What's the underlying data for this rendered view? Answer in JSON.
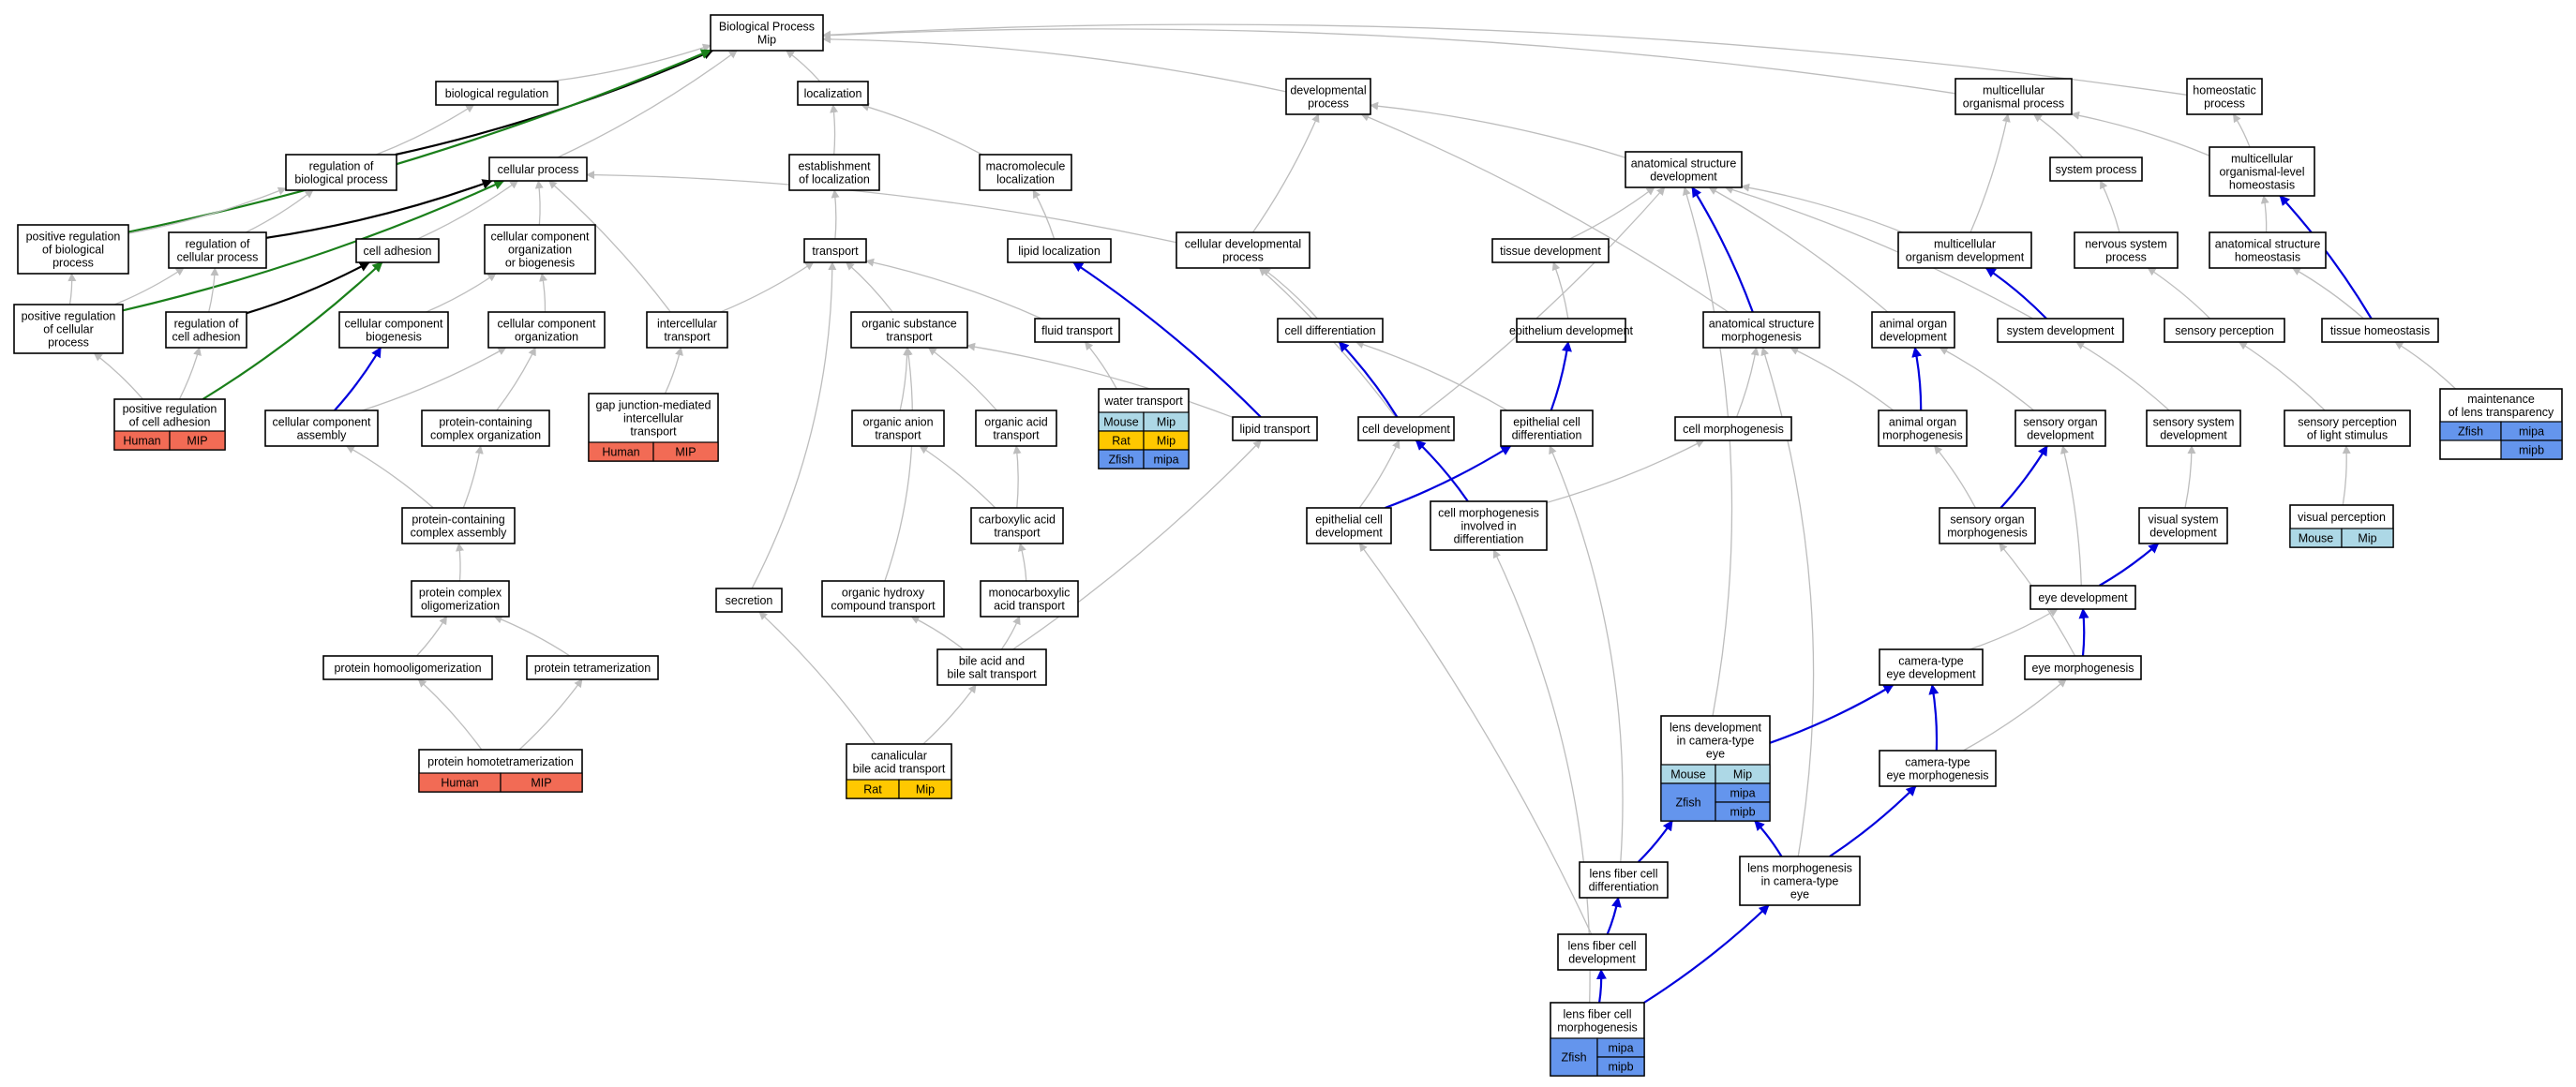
{
  "colors": {
    "edge_gray": "#bdbdbd",
    "edge_black": "#000000",
    "edge_green": "#1a7f1a",
    "edge_blue": "#0000dd",
    "Human": "#f26b55",
    "Mouse": "#add8e6",
    "Rat": "#ffc800",
    "Zfish": "#6495ed"
  },
  "nodes": [
    {
      "id": "bp",
      "lines": [
        "Biological Process",
        "Mip"
      ]
    },
    {
      "id": "bioreg",
      "lines": [
        "biological regulation"
      ]
    },
    {
      "id": "loc",
      "lines": [
        "localization"
      ]
    },
    {
      "id": "devproc",
      "lines": [
        "developmental",
        "process"
      ]
    },
    {
      "id": "multiorg",
      "lines": [
        "multicellular",
        "organismal process"
      ]
    },
    {
      "id": "homeo",
      "lines": [
        "homeostatic",
        "process"
      ]
    },
    {
      "id": "regbp",
      "lines": [
        "regulation of",
        "biological process"
      ]
    },
    {
      "id": "cellproc",
      "lines": [
        "cellular process"
      ]
    },
    {
      "id": "estloc",
      "lines": [
        "establishment",
        "of localization"
      ]
    },
    {
      "id": "macroloc",
      "lines": [
        "macromolecule",
        "localization"
      ]
    },
    {
      "id": "anatdev",
      "lines": [
        "anatomical structure",
        "development"
      ]
    },
    {
      "id": "sysproc",
      "lines": [
        "system process"
      ]
    },
    {
      "id": "molh",
      "lines": [
        "multicellular",
        "organismal-level",
        "homeostasis"
      ]
    },
    {
      "id": "posregbp",
      "lines": [
        "positive regulation",
        "of biological",
        "process"
      ]
    },
    {
      "id": "regcp",
      "lines": [
        "regulation of",
        "cellular process"
      ]
    },
    {
      "id": "celladh",
      "lines": [
        "cell adhesion"
      ]
    },
    {
      "id": "ccob",
      "lines": [
        "cellular component",
        "organization",
        "or biogenesis"
      ]
    },
    {
      "id": "transport",
      "lines": [
        "transport"
      ]
    },
    {
      "id": "lipidloc",
      "lines": [
        "lipid localization"
      ]
    },
    {
      "id": "celldevproc",
      "lines": [
        "cellular developmental",
        "process"
      ]
    },
    {
      "id": "tissuedev",
      "lines": [
        "tissue development"
      ]
    },
    {
      "id": "mcorgdev",
      "lines": [
        "multicellular",
        "organism development"
      ]
    },
    {
      "id": "nervsys",
      "lines": [
        "nervous system",
        "process"
      ]
    },
    {
      "id": "anathomeo",
      "lines": [
        "anatomical structure",
        "homeostasis"
      ]
    },
    {
      "id": "posregcp",
      "lines": [
        "positive regulation",
        "of cellular",
        "process"
      ]
    },
    {
      "id": "regcelladh",
      "lines": [
        "regulation of",
        "cell adhesion"
      ]
    },
    {
      "id": "ccbio",
      "lines": [
        "cellular component",
        "biogenesis"
      ]
    },
    {
      "id": "ccorg",
      "lines": [
        "cellular component",
        "organization"
      ]
    },
    {
      "id": "intercell",
      "lines": [
        "intercellular",
        "transport"
      ]
    },
    {
      "id": "orgsub",
      "lines": [
        "organic substance",
        "transport"
      ]
    },
    {
      "id": "fluid",
      "lines": [
        "fluid transport"
      ]
    },
    {
      "id": "celldiff",
      "lines": [
        "cell differentiation"
      ]
    },
    {
      "id": "epidev",
      "lines": [
        "epithelium development"
      ]
    },
    {
      "id": "anatmorph",
      "lines": [
        "anatomical structure",
        "morphogenesis"
      ]
    },
    {
      "id": "animorgdev",
      "lines": [
        "animal organ",
        "development"
      ]
    },
    {
      "id": "sysdev",
      "lines": [
        "system development"
      ]
    },
    {
      "id": "sensperc",
      "lines": [
        "sensory perception"
      ]
    },
    {
      "id": "tissuehomeo",
      "lines": [
        "tissue homeostasis"
      ]
    },
    {
      "id": "posregadh",
      "lines": [
        "positive regulation",
        "of cell adhesion"
      ]
    },
    {
      "id": "gapjunc",
      "lines": [
        "gap junction-mediated",
        "intercellular",
        "transport"
      ]
    },
    {
      "id": "ccassem",
      "lines": [
        "cellular component",
        "assembly"
      ]
    },
    {
      "id": "pccorg",
      "lines": [
        "protein-containing",
        "complex organization"
      ]
    },
    {
      "id": "organion",
      "lines": [
        "organic anion",
        "transport"
      ]
    },
    {
      "id": "orgacid",
      "lines": [
        "organic acid",
        "transport"
      ]
    },
    {
      "id": "water",
      "lines": [
        "water transport"
      ]
    },
    {
      "id": "lipidtr",
      "lines": [
        "lipid transport"
      ]
    },
    {
      "id": "celldev",
      "lines": [
        "cell development"
      ]
    },
    {
      "id": "epicelldiff",
      "lines": [
        "epithelial cell",
        "differentiation"
      ]
    },
    {
      "id": "cellmorph",
      "lines": [
        "cell morphogenesis"
      ]
    },
    {
      "id": "animorgmorph",
      "lines": [
        "animal organ",
        "morphogenesis"
      ]
    },
    {
      "id": "sensorgdev",
      "lines": [
        "sensory organ",
        "development"
      ]
    },
    {
      "id": "senssysdev",
      "lines": [
        "sensory system",
        "development"
      ]
    },
    {
      "id": "senspercl",
      "lines": [
        "sensory perception",
        "of light stimulus"
      ]
    },
    {
      "id": "mlt",
      "lines": [
        "maintenance",
        "of lens transparency"
      ]
    },
    {
      "id": "pccassem",
      "lines": [
        "protein-containing",
        "complex assembly"
      ]
    },
    {
      "id": "carbox",
      "lines": [
        "carboxylic acid",
        "transport"
      ]
    },
    {
      "id": "epicelldev",
      "lines": [
        "epithelial cell",
        "development"
      ]
    },
    {
      "id": "cmid",
      "lines": [
        "cell morphogenesis",
        "involved in",
        "differentiation"
      ]
    },
    {
      "id": "sensorgmorph",
      "lines": [
        "sensory organ",
        "morphogenesis"
      ]
    },
    {
      "id": "vissysdev",
      "lines": [
        "visual system",
        "development"
      ]
    },
    {
      "id": "visperc",
      "lines": [
        "visual perception"
      ]
    },
    {
      "id": "pco",
      "lines": [
        "protein complex",
        "oligomerization"
      ]
    },
    {
      "id": "secretion",
      "lines": [
        "secretion"
      ]
    },
    {
      "id": "orghydroxy",
      "lines": [
        "organic hydroxy",
        "compound transport"
      ]
    },
    {
      "id": "monocarb",
      "lines": [
        "monocarboxylic",
        "acid transport"
      ]
    },
    {
      "id": "eyedev",
      "lines": [
        "eye development"
      ]
    },
    {
      "id": "phomo",
      "lines": [
        "protein homooligomerization"
      ]
    },
    {
      "id": "ptetra",
      "lines": [
        "protein tetramerization"
      ]
    },
    {
      "id": "bileacid",
      "lines": [
        "bile acid and",
        "bile salt transport"
      ]
    },
    {
      "id": "camdev",
      "lines": [
        "camera-type",
        "eye development"
      ]
    },
    {
      "id": "eyemorph",
      "lines": [
        "eye morphogenesis"
      ]
    },
    {
      "id": "lensdev",
      "lines": [
        "lens development",
        "in camera-type",
        "eye"
      ]
    },
    {
      "id": "phomotetra",
      "lines": [
        "protein homotetramerization"
      ]
    },
    {
      "id": "canal",
      "lines": [
        "canalicular",
        "bile acid transport"
      ]
    },
    {
      "id": "cammorph",
      "lines": [
        "camera-type",
        "eye morphogenesis"
      ]
    },
    {
      "id": "lfcdiff",
      "lines": [
        "lens fiber cell",
        "differentiation"
      ]
    },
    {
      "id": "lensmorph",
      "lines": [
        "lens morphogenesis",
        "in camera-type",
        "eye"
      ]
    },
    {
      "id": "lfcdev",
      "lines": [
        "lens fiber cell",
        "development"
      ]
    },
    {
      "id": "lfcmorph",
      "lines": [
        "lens fiber cell",
        "morphogenesis"
      ]
    }
  ],
  "annotations": [
    {
      "node": "posregadh",
      "rows": [
        [
          {
            "t": "Human",
            "c": "Human"
          },
          {
            "t": "MIP",
            "c": "Human"
          }
        ]
      ]
    },
    {
      "node": "gapjunc",
      "rows": [
        [
          {
            "t": "Human",
            "c": "Human"
          },
          {
            "t": "MIP",
            "c": "Human"
          }
        ]
      ]
    },
    {
      "node": "phomotetra",
      "rows": [
        [
          {
            "t": "Human",
            "c": "Human"
          },
          {
            "t": "MIP",
            "c": "Human"
          }
        ]
      ]
    },
    {
      "node": "canal",
      "rows": [
        [
          {
            "t": "Rat",
            "c": "Rat"
          },
          {
            "t": "Mip",
            "c": "Rat"
          }
        ]
      ]
    },
    {
      "node": "visperc",
      "rows": [
        [
          {
            "t": "Mouse",
            "c": "Mouse"
          },
          {
            "t": "Mip",
            "c": "Mouse"
          }
        ]
      ]
    },
    {
      "node": "water",
      "rows": [
        [
          {
            "t": "Mouse",
            "c": "Mouse"
          },
          {
            "t": "Mip",
            "c": "Mouse"
          }
        ],
        [
          {
            "t": "Rat",
            "c": "Rat"
          },
          {
            "t": "Mip",
            "c": "Rat"
          }
        ],
        [
          {
            "t": "Zfish",
            "c": "Zfish"
          },
          {
            "t": "mipa",
            "c": "Zfish"
          }
        ]
      ]
    },
    {
      "node": "mlt",
      "zfish": true,
      "rows": [
        [
          {
            "t": "Zfish",
            "c": "Zfish"
          },
          {
            "t": "mipa",
            "c": "Zfish"
          }
        ],
        [
          null,
          {
            "t": "mipb",
            "c": "Zfish"
          }
        ]
      ]
    },
    {
      "node": "lensdev",
      "rows": [
        [
          {
            "t": "Mouse",
            "c": "Mouse"
          },
          {
            "t": "Mip",
            "c": "Mouse"
          }
        ],
        [
          {
            "t": "Zfish",
            "c": "Zfish",
            "span": 2
          },
          {
            "t": "mipa",
            "c": "Zfish"
          }
        ],
        [
          null,
          {
            "t": "mipb",
            "c": "Zfish"
          }
        ]
      ]
    },
    {
      "node": "lfcmorph",
      "rows": [
        [
          {
            "t": "Zfish",
            "c": "Zfish",
            "span": 2
          },
          {
            "t": "mipa",
            "c": "Zfish"
          }
        ],
        [
          null,
          {
            "t": "mipb",
            "c": "Zfish"
          }
        ]
      ]
    }
  ],
  "edges": [
    [
      "bioreg",
      "bp",
      "gray"
    ],
    [
      "loc",
      "bp",
      "gray"
    ],
    [
      "devproc",
      "bp",
      "gray"
    ],
    [
      "multiorg",
      "bp",
      "gray"
    ],
    [
      "homeo",
      "bp",
      "gray"
    ],
    [
      "cellproc",
      "bp",
      "gray"
    ],
    [
      "regbp",
      "bioreg",
      "gray"
    ],
    [
      "regbp",
      "bp",
      "black"
    ],
    [
      "posregbp",
      "bp",
      "green"
    ],
    [
      "estloc",
      "loc",
      "gray"
    ],
    [
      "macroloc",
      "loc",
      "gray"
    ],
    [
      "anatdev",
      "devproc",
      "gray"
    ],
    [
      "celldevproc",
      "devproc",
      "gray"
    ],
    [
      "anatmorph",
      "devproc",
      "gray"
    ],
    [
      "sysproc",
      "multiorg",
      "gray"
    ],
    [
      "molh",
      "multiorg",
      "gray"
    ],
    [
      "mcorgdev",
      "multiorg",
      "gray"
    ],
    [
      "molh",
      "homeo",
      "gray"
    ],
    [
      "posregbp",
      "regbp",
      "gray"
    ],
    [
      "regcp",
      "regbp",
      "gray"
    ],
    [
      "regcp",
      "cellproc",
      "black"
    ],
    [
      "celladh",
      "cellproc",
      "gray"
    ],
    [
      "ccob",
      "cellproc",
      "gray"
    ],
    [
      "intercell",
      "cellproc",
      "gray"
    ],
    [
      "posregcp",
      "cellproc",
      "green"
    ],
    [
      "celldevproc",
      "cellproc",
      "gray"
    ],
    [
      "transport",
      "estloc",
      "gray"
    ],
    [
      "lipidloc",
      "macroloc",
      "gray"
    ],
    [
      "tissuedev",
      "anatdev",
      "gray"
    ],
    [
      "mcorgdev",
      "anatdev",
      "gray"
    ],
    [
      "anatmorph",
      "anatdev",
      "blue"
    ],
    [
      "animorgdev",
      "anatdev",
      "gray"
    ],
    [
      "sysdev",
      "anatdev",
      "gray"
    ],
    [
      "celldev",
      "anatdev",
      "gray"
    ],
    [
      "lensdev",
      "anatdev",
      "gray"
    ],
    [
      "nervsys",
      "sysproc",
      "gray"
    ],
    [
      "anathomeo",
      "molh",
      "gray"
    ],
    [
      "tissuehomeo",
      "molh",
      "blue"
    ],
    [
      "posregcp",
      "posregbp",
      "gray"
    ],
    [
      "posregcp",
      "regcp",
      "gray"
    ],
    [
      "regcelladh",
      "regcp",
      "gray"
    ],
    [
      "regcelladh",
      "celladh",
      "black"
    ],
    [
      "posregadh",
      "celladh",
      "green"
    ],
    [
      "ccbio",
      "ccob",
      "gray"
    ],
    [
      "ccorg",
      "ccob",
      "gray"
    ],
    [
      "intercell",
      "transport",
      "gray"
    ],
    [
      "orgsub",
      "transport",
      "gray"
    ],
    [
      "fluid",
      "transport",
      "gray"
    ],
    [
      "secretion",
      "transport",
      "gray"
    ],
    [
      "lipidtr",
      "lipidloc",
      "blue"
    ],
    [
      "celldiff",
      "celldevproc",
      "gray"
    ],
    [
      "celldev",
      "celldevproc",
      "gray"
    ],
    [
      "epidev",
      "tissuedev",
      "gray"
    ],
    [
      "sysdev",
      "mcorgdev",
      "blue"
    ],
    [
      "sensperc",
      "nervsys",
      "gray"
    ],
    [
      "tissuehomeo",
      "anathomeo",
      "gray"
    ],
    [
      "posregadh",
      "posregcp",
      "gray"
    ],
    [
      "posregadh",
      "regcelladh",
      "gray"
    ],
    [
      "gapjunc",
      "intercell",
      "gray"
    ],
    [
      "ccassem",
      "ccbio",
      "blue"
    ],
    [
      "ccassem",
      "ccorg",
      "gray"
    ],
    [
      "pccorg",
      "ccorg",
      "gray"
    ],
    [
      "organion",
      "orgsub",
      "gray"
    ],
    [
      "orgacid",
      "orgsub",
      "gray"
    ],
    [
      "lipidtr",
      "orgsub",
      "gray"
    ],
    [
      "orghydroxy",
      "orgsub",
      "gray"
    ],
    [
      "water",
      "fluid",
      "gray"
    ],
    [
      "celldev",
      "celldiff",
      "blue"
    ],
    [
      "epicelldiff",
      "celldiff",
      "gray"
    ],
    [
      "epicelldiff",
      "epidev",
      "blue"
    ],
    [
      "cellmorph",
      "anatmorph",
      "gray"
    ],
    [
      "animorgmorph",
      "anatmorph",
      "gray"
    ],
    [
      "lensmorph",
      "anatmorph",
      "gray"
    ],
    [
      "animorgmorph",
      "animorgdev",
      "blue"
    ],
    [
      "sensorgdev",
      "animorgdev",
      "gray"
    ],
    [
      "senssysdev",
      "sysdev",
      "gray"
    ],
    [
      "senspercl",
      "sensperc",
      "gray"
    ],
    [
      "mlt",
      "tissuehomeo",
      "gray"
    ],
    [
      "pccassem",
      "ccassem",
      "gray"
    ],
    [
      "pccassem",
      "pccorg",
      "gray"
    ],
    [
      "carbox",
      "organion",
      "gray"
    ],
    [
      "carbox",
      "orgacid",
      "gray"
    ],
    [
      "bileacid",
      "lipidtr",
      "gray"
    ],
    [
      "epicelldev",
      "celldev",
      "gray"
    ],
    [
      "cmid",
      "celldev",
      "blue"
    ],
    [
      "epicelldev",
      "epicelldiff",
      "blue"
    ],
    [
      "cmid",
      "cellmorph",
      "gray"
    ],
    [
      "lfcdiff",
      "epicelldiff",
      "gray"
    ],
    [
      "sensorgmorph",
      "animorgmorph",
      "gray"
    ],
    [
      "sensorgmorph",
      "sensorgdev",
      "blue"
    ],
    [
      "eyedev",
      "sensorgdev",
      "gray"
    ],
    [
      "vissysdev",
      "senssysdev",
      "gray"
    ],
    [
      "visperc",
      "senspercl",
      "gray"
    ],
    [
      "pco",
      "pccassem",
      "gray"
    ],
    [
      "monocarb",
      "carbox",
      "gray"
    ],
    [
      "eyedev",
      "vissysdev",
      "blue"
    ],
    [
      "phomo",
      "pco",
      "gray"
    ],
    [
      "ptetra",
      "pco",
      "gray"
    ],
    [
      "canal",
      "secretion",
      "gray"
    ],
    [
      "bileacid",
      "orghydroxy",
      "gray"
    ],
    [
      "bileacid",
      "monocarb",
      "gray"
    ],
    [
      "camdev",
      "eyedev",
      "gray"
    ],
    [
      "eyemorph",
      "eyedev",
      "blue"
    ],
    [
      "eyemorph",
      "sensorgmorph",
      "gray"
    ],
    [
      "phomotetra",
      "phomo",
      "gray"
    ],
    [
      "phomotetra",
      "ptetra",
      "gray"
    ],
    [
      "canal",
      "bileacid",
      "gray"
    ],
    [
      "lensdev",
      "camdev",
      "blue"
    ],
    [
      "cammorph",
      "camdev",
      "blue"
    ],
    [
      "cammorph",
      "eyemorph",
      "gray"
    ],
    [
      "lfcdiff",
      "lensdev",
      "blue"
    ],
    [
      "lensmorph",
      "lensdev",
      "blue"
    ],
    [
      "lensmorph",
      "cammorph",
      "blue"
    ],
    [
      "lfcdev",
      "lfcdiff",
      "blue"
    ],
    [
      "lfcdev",
      "epicelldev",
      "gray"
    ],
    [
      "lfcmorph",
      "lfcdev",
      "blue"
    ],
    [
      "lfcmorph",
      "lensmorph",
      "blue"
    ],
    [
      "lfcmorph",
      "cmid",
      "gray"
    ]
  ]
}
